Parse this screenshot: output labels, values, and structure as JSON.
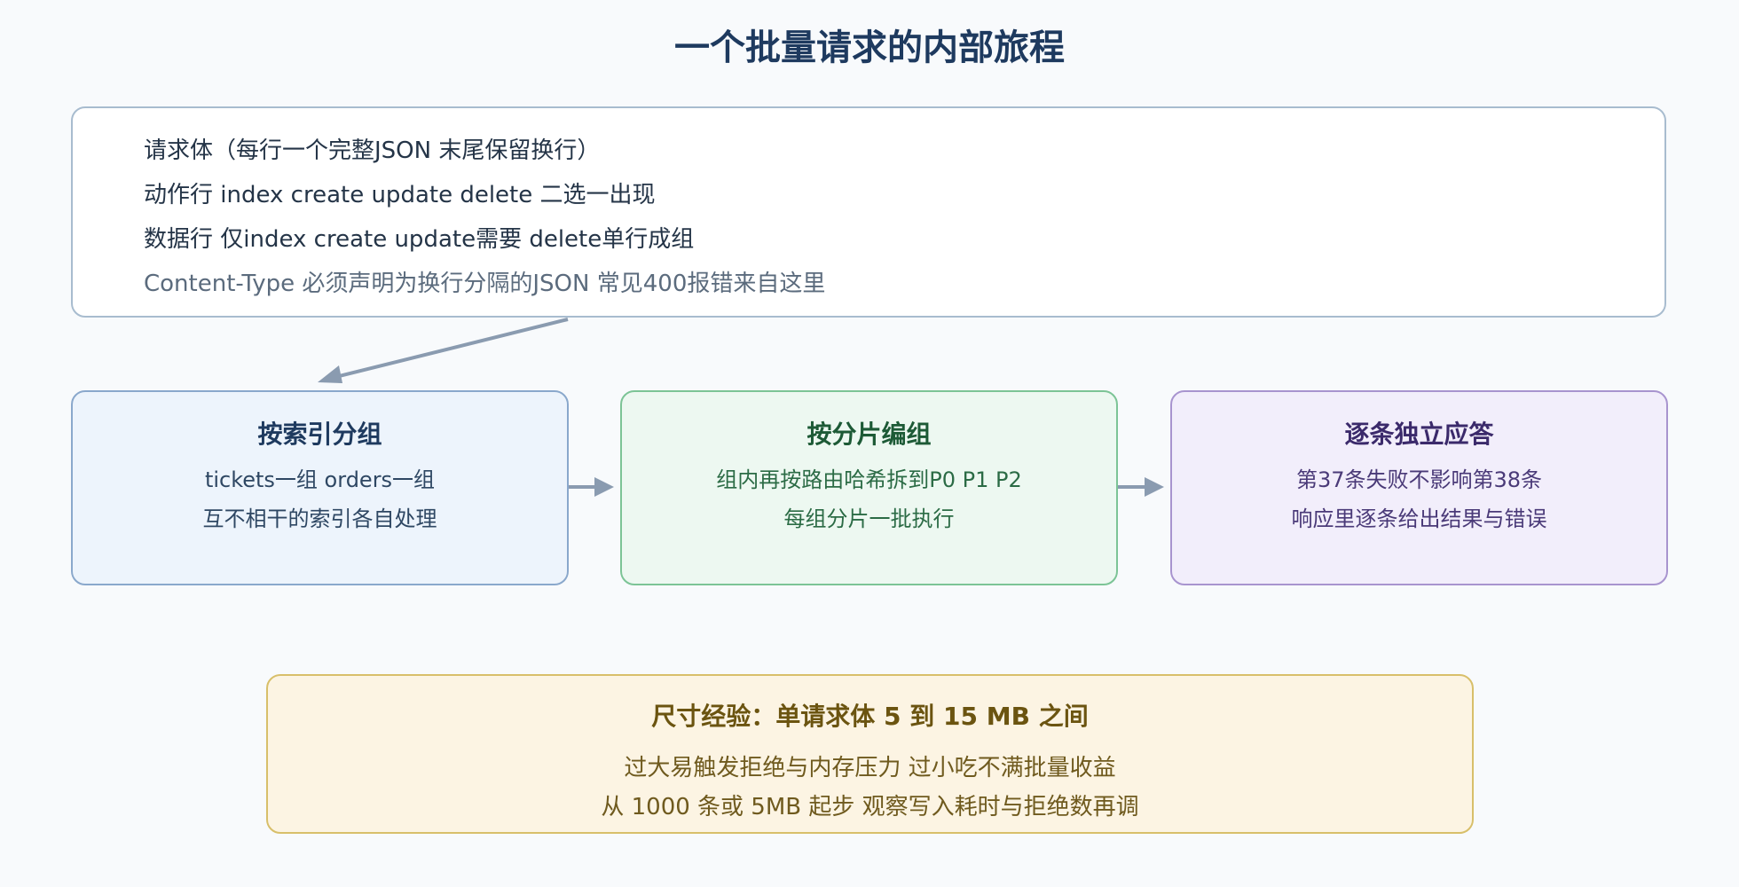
{
  "title": "一个批量请求的内部旅程",
  "request_box": {
    "lines": [
      "请求体（每行一个完整JSON 末尾保留换行）",
      "动作行 index create update delete 二选一出现",
      "数据行 仅index create update需要 delete单行成组",
      "Content-Type 必须声明为换行分隔的JSON 常见400报错来自这里"
    ]
  },
  "stages": [
    {
      "title": "按索引分组",
      "lines": [
        "tickets一组 orders一组",
        "互不相干的索引各自处理"
      ]
    },
    {
      "title": "按分片编组",
      "lines": [
        "组内再按路由哈希拆到P0 P1 P2",
        "每组分片一批执行"
      ]
    },
    {
      "title": "逐条独立应答",
      "lines": [
        "第37条失败不影响第38条",
        "响应里逐条给出结果与错误"
      ]
    }
  ],
  "tip_box": {
    "title": "尺寸经验：单请求体 5 到 15 MB 之间",
    "lines": [
      "过大易触发拒绝与内存压力 过小吃不满批量收益",
      "从 1000 条或 5MB 起步 观察写入耗时与拒绝数再调"
    ]
  },
  "colors": {
    "arrow": "#8a9bb0",
    "title": "#1e3a5f"
  }
}
